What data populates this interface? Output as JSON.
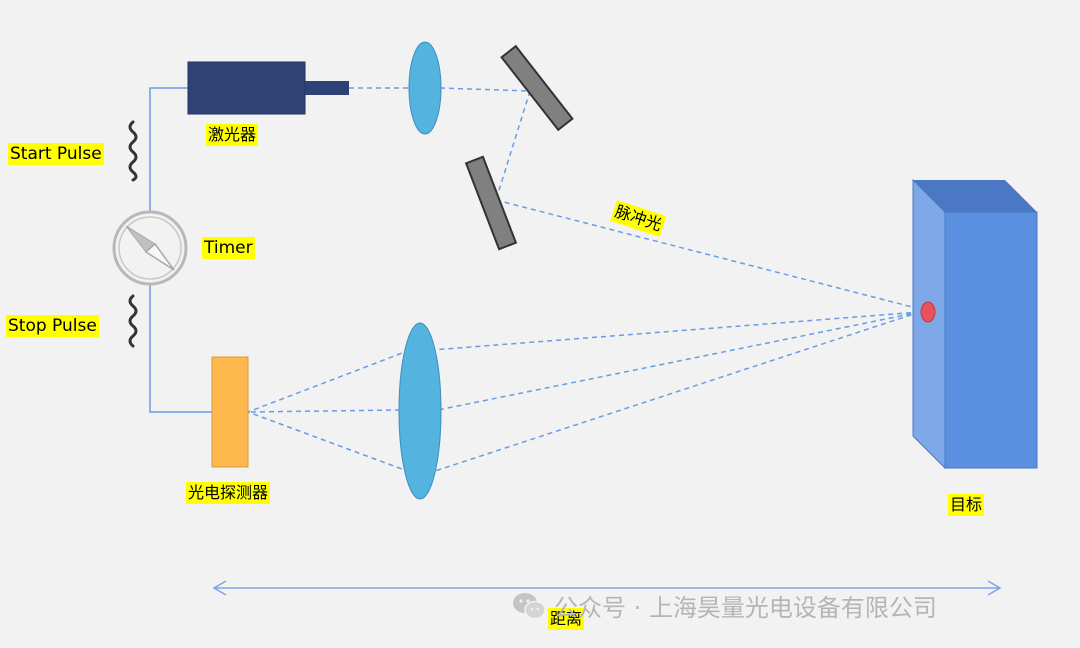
{
  "labels": {
    "start_pulse": "Start Pulse",
    "stop_pulse": "Stop Pulse",
    "timer": "Timer",
    "laser": "激光器",
    "pulse_light": "脉冲光",
    "detector": "光电探测器",
    "target": "目标",
    "distance": "距离"
  },
  "watermark": {
    "text": "公众号 · 上海昊量光电设备有限公司",
    "icon": "wechat-icon"
  },
  "colors": {
    "background": "#f2f2f2",
    "laser_body": "#2e4275",
    "lens": "#55b3e0",
    "mirror": "#808080",
    "detector": "#ffb84d",
    "target_front": "#5b8fe0",
    "target_side": "#7ea8e8",
    "target_top": "#4a78c4",
    "beam": "#6a9be6",
    "wire": "#6a9be6",
    "spot": "#e8505a",
    "label_bg": "#ffff00",
    "arrow": "#7aa6e6"
  }
}
